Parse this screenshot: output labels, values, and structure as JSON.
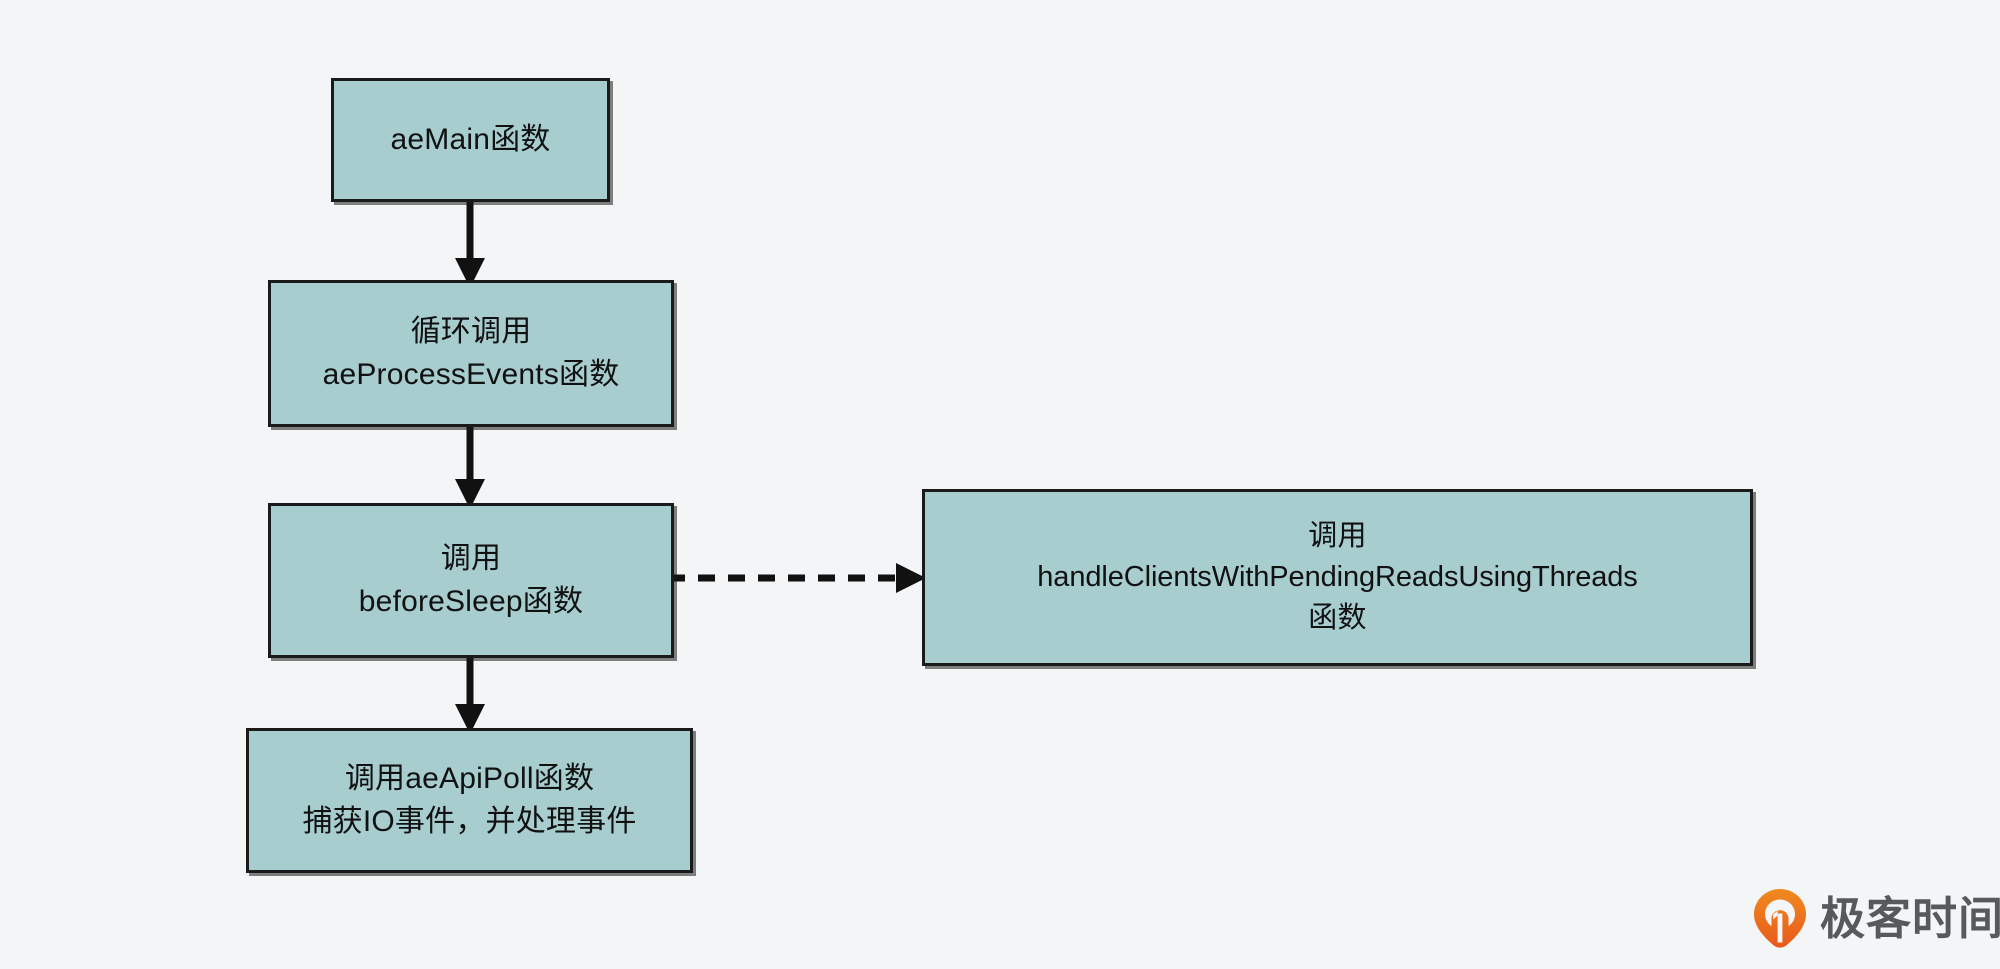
{
  "diagram": {
    "background_color": "#f4f5f7",
    "node_fill_color": "#a8cdcf",
    "node_border_color": "#1a1a1a",
    "connector_color": "#111111",
    "nodes": [
      {
        "id": "aemain",
        "lines": [
          "aeMain函数"
        ]
      },
      {
        "id": "processevents",
        "lines": [
          "循环调用",
          "aeProcessEvents函数"
        ]
      },
      {
        "id": "beforesleep",
        "lines": [
          "调用",
          "beforeSleep函数"
        ]
      },
      {
        "id": "aeapipoll",
        "lines": [
          "调用aeApiPoll函数",
          "捕获IO事件，并处理事件"
        ]
      },
      {
        "id": "handleclients",
        "lines": [
          "调用",
          "handleClientsWithPendingReadsUsingThreads",
          "函数"
        ]
      }
    ],
    "connectors": [
      {
        "id": "arrow-1",
        "from": "aemain",
        "to": "processevents",
        "style": "solid",
        "direction": "down"
      },
      {
        "id": "arrow-2",
        "from": "processevents",
        "to": "beforesleep",
        "style": "solid",
        "direction": "down"
      },
      {
        "id": "arrow-3",
        "from": "beforesleep",
        "to": "aeapipoll",
        "style": "solid",
        "direction": "down"
      },
      {
        "id": "arrow-dashed",
        "from": "beforesleep",
        "to": "handleclients",
        "style": "dashed",
        "direction": "right"
      }
    ]
  },
  "watermark": {
    "text": "极客时间",
    "icon": "location-pin-icon",
    "icon_color": "#ec6b1e",
    "text_color": "#58595b"
  }
}
